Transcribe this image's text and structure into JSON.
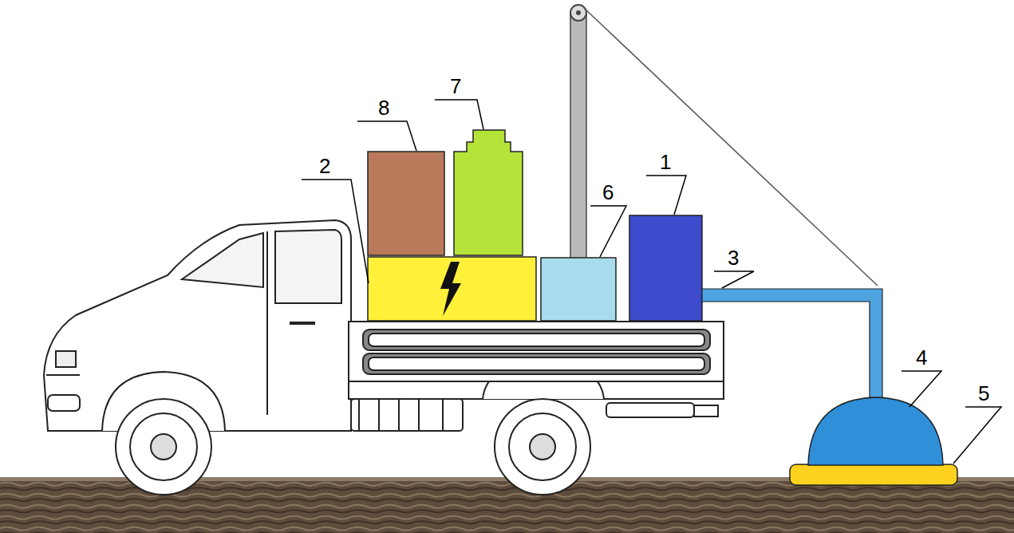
{
  "diagram": {
    "labels": [
      "8",
      "7",
      "2",
      "6",
      "1",
      "3",
      "4",
      "5"
    ]
  }
}
